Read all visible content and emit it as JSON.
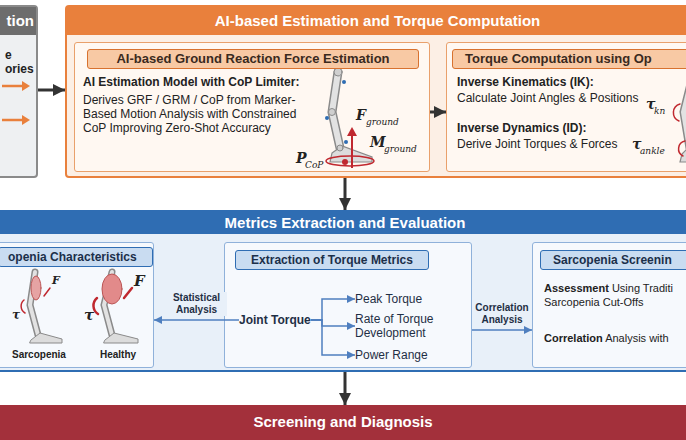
{
  "diagram": {
    "nodes": [
      {
        "text": [
          "tion",
          "e ories"
        ]
      },
      {
        "text": [
          "AI-based Estimation and Torque Computation"
        ]
      },
      {
        "text": [
          "AI-based Ground Reaction Force Estimation",
          "AI Estimation Model with CoP Limiter:",
          "Derives GRF / GRM / CoP from Marker-Based Motion Analysis with Constrained CoP Improving Zero-Shot Accuracy"
        ],
        "in": 1
      },
      {
        "text": [
          "Torque Computation using Op",
          "Inverse Kinematics (IK):",
          "Calculate Joint Angles & Positions",
          "Inverse Dynamics (ID):",
          "Derive Joint Torques & Forces"
        ],
        "in": 1
      },
      {
        "text": [
          "Metrics Extraction and Evaluation"
        ]
      },
      {
        "text": [
          "openia Characteristics"
        ],
        "in": 4
      },
      {
        "text": [
          "Extraction of Torque Metrics"
        ],
        "in": 4
      },
      {
        "text": [
          "Joint Torque"
        ],
        "in": 6
      },
      {
        "text": [
          "Peak Torque"
        ],
        "in": 6
      },
      {
        "text": [
          "Rate of Torque Development"
        ],
        "in": 6
      },
      {
        "text": [
          "Power Range"
        ],
        "in": 6
      },
      {
        "text": [
          "Sarcopenia Screenin",
          "Assessment Using Traditi Sarcopenia Cut-Offs",
          "Correlation Analysis with"
        ],
        "in": 4
      },
      {
        "text": [
          "Screening and Diagnosis"
        ]
      }
    ],
    "edges": [
      {
        "from": 0,
        "to": 1,
        "arrow": "to"
      },
      {
        "from": 2,
        "to": 3,
        "arrow": "to"
      },
      {
        "from": 1,
        "to": 4,
        "arrow": "to"
      },
      {
        "from": 7,
        "to": 5,
        "label": "Statistical Analysis",
        "arrow": "to"
      },
      {
        "from": 7,
        "to": 8,
        "arrow": "to"
      },
      {
        "from": 7,
        "to": 9,
        "arrow": "to"
      },
      {
        "from": 7,
        "to": 10,
        "arrow": "to"
      },
      {
        "from": 6,
        "to": 11,
        "label": "Correlation Analysis",
        "arrow": "to"
      },
      {
        "from": 4,
        "to": 12,
        "arrow": "to"
      }
    ],
    "labels": [
      "F",
      "ground",
      "M",
      "ground",
      "P",
      "CoP",
      "τ",
      "kn",
      "τ",
      "ankle",
      "F",
      "τ",
      "F",
      "τ",
      "Sarcopenia",
      "Healthy"
    ]
  }
}
